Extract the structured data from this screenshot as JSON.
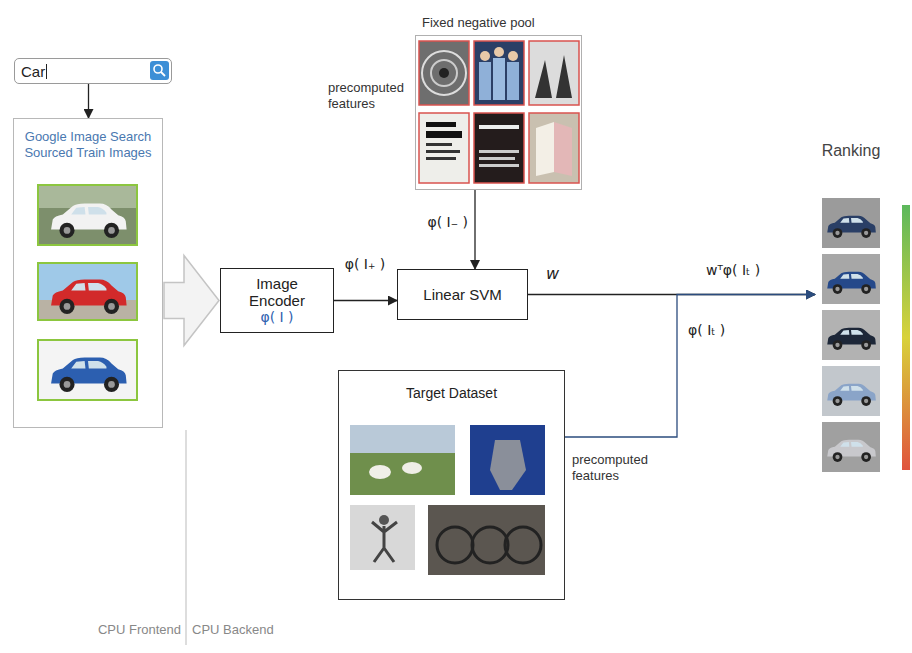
{
  "diagram": {
    "nodes": [
      {
        "text": [
          "Car"
        ]
      },
      {
        "text": [
          "Google Image Search Sourced Train Images"
        ]
      },
      {
        "text": [
          "Image Encoder",
          "φ( I )"
        ]
      },
      {
        "text": [
          "Linear SVM"
        ]
      },
      {
        "text": [
          "Fixed negative pool"
        ]
      },
      {
        "text": [
          "Target Dataset"
        ]
      },
      {
        "text": [
          "Ranking"
        ]
      }
    ],
    "edges": [
      {
        "from": 0,
        "to": 1,
        "arrow": "to"
      },
      {
        "from": 1,
        "to": 2,
        "arrow": "to"
      },
      {
        "from": 2,
        "to": 3,
        "label": "φ( I₊ )",
        "arrow": "to"
      },
      {
        "from": 4,
        "to": 3,
        "label": "φ( I₋ )",
        "arrow": "to"
      },
      {
        "from": 3,
        "to": 6,
        "label": "w",
        "arrow": "to"
      },
      {
        "from": 5,
        "to": 6,
        "label": "φ( Iₜ )",
        "arrow": "to"
      }
    ],
    "labels": [
      "precomputed features",
      "precomputed features",
      "wᵀφ( Iₜ )",
      "CPU Frontend",
      "CPU Backend"
    ]
  }
}
